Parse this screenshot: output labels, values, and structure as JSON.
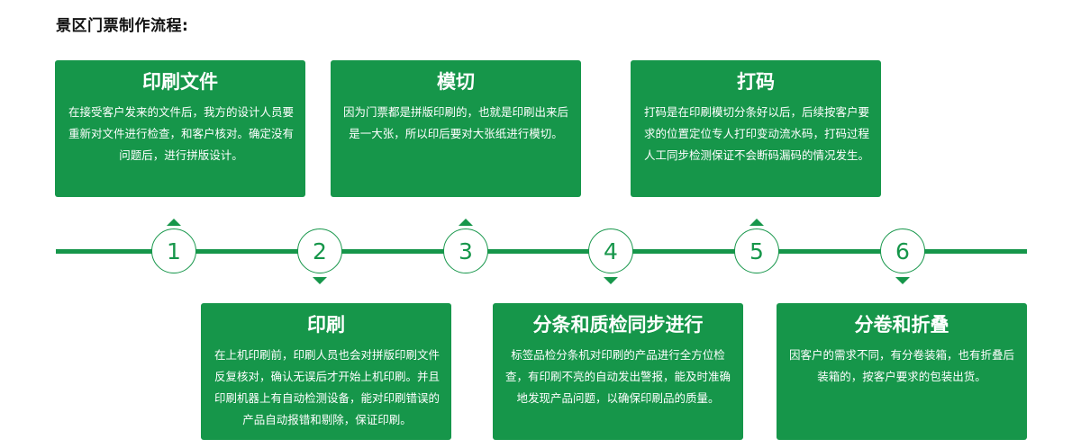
{
  "page_title": "景区门票制作流程:",
  "steps": [
    {
      "number": "1",
      "title": "印刷文件",
      "desc": "在接受客户发来的文件后，我方的设计人员要重新对文件进行检查，和客户核对。确定没有问题后，进行拼版设计。"
    },
    {
      "number": "2",
      "title": "印刷",
      "desc": "在上机印刷前，印刷人员也会对拼版印刷文件反复核对，确认无误后才开始上机印刷。并且印刷机器上有自动检测设备，能对印刷错误的产品自动报错和剔除，保证印刷。"
    },
    {
      "number": "3",
      "title": "模切",
      "desc": "因为门票都是拼版印刷的，也就是印刷出来后是一大张，所以印后要对大张纸进行模切。"
    },
    {
      "number": "4",
      "title": "分条和质检同步进行",
      "desc": "标签品检分条机对印刷的产品进行全方位检查，有印刷不亮的自动发出警报，能及时准确地发现产品问题，以确保印刷品的质量。"
    },
    {
      "number": "5",
      "title": "打码",
      "desc": "打码是在印刷模切分条好以后，后续按客户要求的位置定位专人打印变动流水码，打码过程人工同步检测保证不会断码漏码的情况发生。"
    },
    {
      "number": "6",
      "title": "分卷和折叠",
      "desc": "因客户的需求不同，有分卷装箱，也有折叠后装箱的，按客户要求的包装出货。"
    }
  ]
}
